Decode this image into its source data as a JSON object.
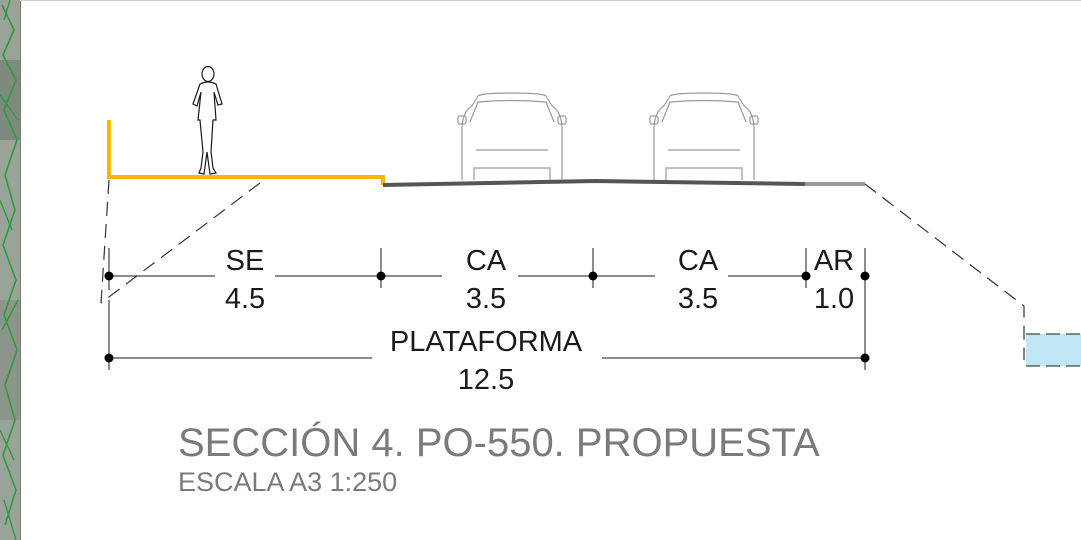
{
  "segments": [
    {
      "code": "SE",
      "width": "4.5"
    },
    {
      "code": "CA",
      "width": "3.5"
    },
    {
      "code": "CA",
      "width": "3.5"
    },
    {
      "code": "AR",
      "width": "1.0"
    }
  ],
  "total": {
    "label": "PLATAFORMA",
    "width": "12.5"
  },
  "title": "SECCIÓN 4. PO-550. PROPUESTA",
  "scale_note": "ESCALA A3 1:250",
  "colors": {
    "sidewalk": "#f5b800",
    "asphalt": "#555555",
    "shoulder": "#9a9a9a",
    "water": "#bfe6f5",
    "vegetation": "#2f9a3a"
  },
  "icons": [
    "pedestrian-icon",
    "car-icon",
    "car-icon"
  ]
}
